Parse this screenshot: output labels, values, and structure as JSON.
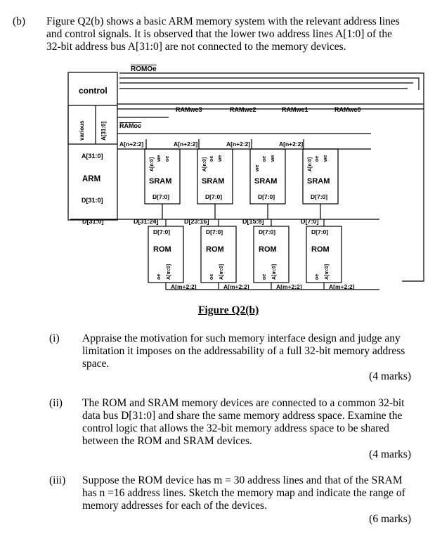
{
  "part_label": "(b)",
  "intro_lines": [
    "Figure Q2(b) shows a basic ARM memory system with the relevant address lines",
    "and control signals. It is observed that the lower two address lines A[1:0] of the",
    "32-bit address bus A[31:0] are not connected to the memory devices."
  ],
  "figure": {
    "caption": "Figure Q2(b)",
    "rom_oe": "ROMOe",
    "control": "control",
    "various": "various",
    "a_31_0_vertical": "A[31:0]",
    "ramoe": "RAMoe",
    "ram_we_labels": [
      "RAMwe3",
      "RAMwe2",
      "RAMwe1",
      "RAMwe0"
    ],
    "sram_addr": "A[n+2:2]",
    "arm": {
      "addr": "A[31:0]",
      "name": "ARM",
      "data": "D[31:0]"
    },
    "d_bus": "D[31:0]",
    "sram": {
      "name": "SRAM",
      "data": "D[7:0]",
      "pins": [
        "A[n:0]",
        "we",
        "oe",
        "we"
      ]
    },
    "rom_bus_labels": [
      "D[31:24]",
      "D[23:16]",
      "D[15:8]",
      "D[7:0]"
    ],
    "rom": {
      "name": "ROM",
      "data": "D[7:0]",
      "pins": [
        "oe",
        "A[m:0]"
      ]
    },
    "rom_addr": "A[m+2:2]"
  },
  "questions": [
    {
      "num": "(i)",
      "lines": [
        "Appraise the motivation for such memory interface design and judge any",
        "limitation it imposes on the addressability of a full 32-bit memory address",
        "space."
      ],
      "marks": "(4 marks)"
    },
    {
      "num": "(ii)",
      "lines": [
        "The ROM and SRAM memory devices are connected to a common 32-bit",
        "data bus D[31:0] and share the same memory address space. Examine the",
        "control logic that allows the 32-bit memory address space to be shared",
        "between the ROM and SRAM devices."
      ],
      "marks": "(4 marks)"
    },
    {
      "num": "(iii)",
      "lines": [
        "Suppose the ROM device has m = 30 address lines and that of the SRAM",
        "has n =16 address lines. Sketch the memory map and indicate the range of",
        "memory addresses for each of the devices."
      ],
      "marks": "(6 marks)"
    }
  ]
}
